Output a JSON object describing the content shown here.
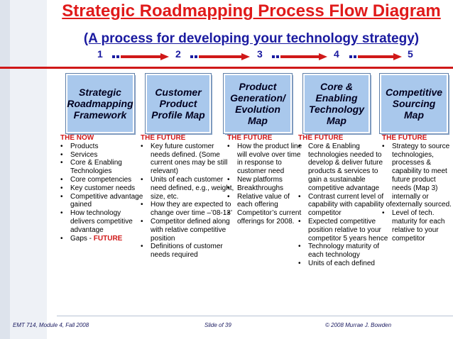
{
  "title": "Strategic Roadmapping Process Flow Diagram",
  "subtitle": "(A process for developing your technology strategy)",
  "steps": [
    "1",
    "2",
    "3",
    "4",
    "5"
  ],
  "boxes": [
    {
      "lines": [
        "Strategic",
        "Roadmapping",
        "Framework"
      ]
    },
    {
      "lines": [
        "Customer",
        "Product",
        "Profile Map"
      ]
    },
    {
      "lines": [
        "Product",
        "Generation/",
        "Evolution",
        "Map"
      ]
    },
    {
      "lines": [
        "Core &",
        "Enabling",
        "Technology",
        "Map"
      ]
    },
    {
      "lines": [
        "Competitive",
        "Sourcing",
        "Map"
      ]
    }
  ],
  "columns": [
    {
      "header": "THE NOW",
      "items": [
        "Products",
        "Services",
        "Core & Enabling Technologies",
        "Core competencies",
        "Key customer needs",
        "Competitive advantage gained",
        "How technology delivers competitive advantage",
        "Gaps - "
      ],
      "gaps_highlight": "FUTURE"
    },
    {
      "header": "THE FUTURE",
      "items": [
        "Key future customer needs defined. (Some current ones may be still relevant)",
        "Units of each customer need defined, e.g., weight, size, etc.",
        "How they are expected to change over time –’08-13’",
        "Competitor defined along with relative competitive position",
        "Definitions of customer needs required"
      ]
    },
    {
      "header": "THE FUTURE",
      "items": [
        "How the product line will evolve over time in response to customer need",
        "New platforms",
        "Breakthroughs",
        "Relative value of each offering",
        "Competitor’s current offerings for 2008."
      ]
    },
    {
      "header": "THE FUTURE",
      "items": [
        "Core & Enabling technologies needed to develop & deliver future products & services to gain a sustainable competitive advantage",
        "Contrast current level of capability with capability of competitor",
        "Expected competitive position relative to your competitor 5 years hence",
        "Technology maturity of each technology",
        "Units of each defined"
      ]
    },
    {
      "header": "THE FUTURE",
      "items": [
        "Strategy to source technologies, processes & capability to meet future product needs (Map 3) internally or externally sourced.",
        "Level of tech. maturity for each relative to your competitor"
      ]
    }
  ],
  "footer": {
    "left": "EMT 714, Module 4, Fall 2008",
    "center": "Slide  of 39",
    "right": "© 2008 Murrae J. Bowden"
  },
  "colors": {
    "title": "#e01a1a",
    "subtitle": "#1a1aa0",
    "box": "#a9c8ec",
    "header": "#d01818"
  }
}
